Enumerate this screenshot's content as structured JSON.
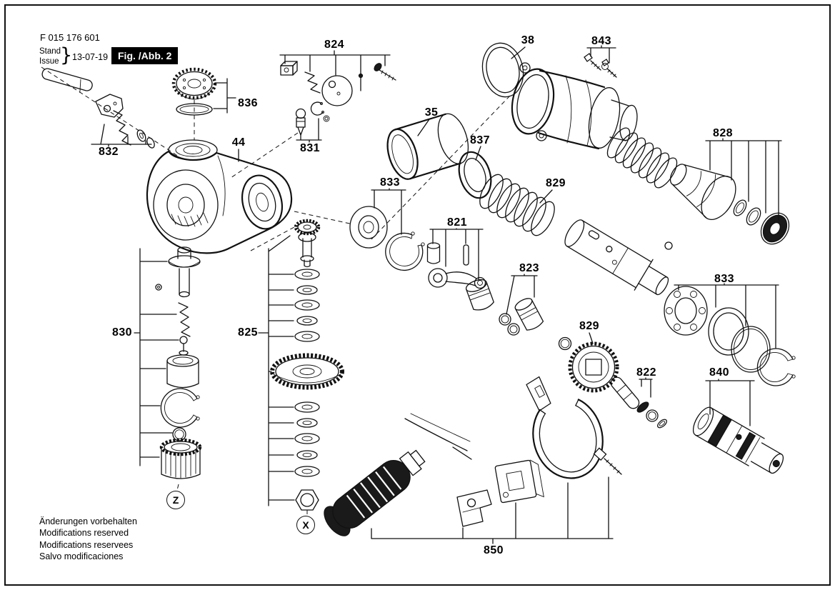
{
  "page": {
    "background": "#ffffff",
    "ink": "#111111",
    "figure_box_bg": "#000000",
    "figure_box_fg": "#ffffff"
  },
  "header": {
    "doc_number": "F 015 176 601",
    "stand_label": "Stand",
    "issue_label": "Issue",
    "brace": "}",
    "date": "13-07-19",
    "figure_label": "Fig. /Abb. 2"
  },
  "footer": {
    "line1": "Änderungen vorbehalten",
    "line2": "Modifications reserved",
    "line3": "Modifications reservees",
    "line4": "Salvo modificaciones"
  },
  "part_labels": [
    {
      "id": "832",
      "text": "832"
    },
    {
      "id": "836",
      "text": "836"
    },
    {
      "id": "44",
      "text": "44"
    },
    {
      "id": "824",
      "text": "824"
    },
    {
      "id": "831",
      "text": "831"
    },
    {
      "id": "35",
      "text": "35"
    },
    {
      "id": "837",
      "text": "837"
    },
    {
      "id": "38",
      "text": "38"
    },
    {
      "id": "843",
      "text": "843"
    },
    {
      "id": "828",
      "text": "828"
    },
    {
      "id": "833-left",
      "text": "833"
    },
    {
      "id": "829-upper",
      "text": "829"
    },
    {
      "id": "821",
      "text": "821"
    },
    {
      "id": "823",
      "text": "823"
    },
    {
      "id": "833-right",
      "text": "833"
    },
    {
      "id": "830",
      "text": "830"
    },
    {
      "id": "825",
      "text": "825"
    },
    {
      "id": "829-lower",
      "text": "829"
    },
    {
      "id": "822",
      "text": "822"
    },
    {
      "id": "840",
      "text": "840"
    },
    {
      "id": "850",
      "text": "850"
    }
  ],
  "markers": {
    "z": "Z",
    "x": "X"
  }
}
